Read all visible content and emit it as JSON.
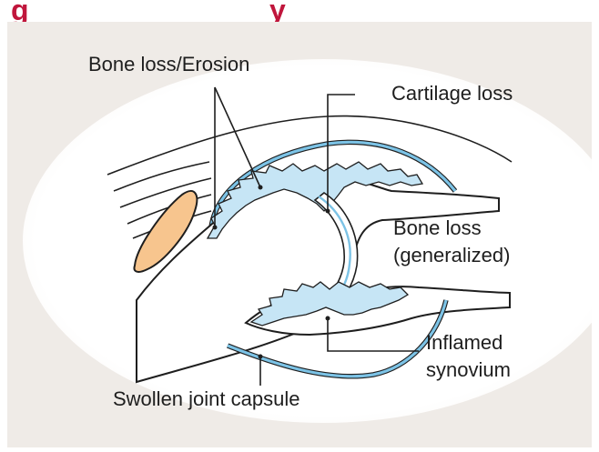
{
  "header": {
    "title_fragment": "g",
    "title_fragment_2": "y"
  },
  "labels": {
    "bone_loss_erosion": "Bone loss/Erosion",
    "cartilage_loss": "Cartilage loss",
    "bone_loss_generalized_1": "Bone loss",
    "bone_loss_generalized_2": "(generalized)",
    "inflamed_synovium_1": "Inflamed",
    "inflamed_synovium_2": "synovium",
    "swollen_joint_capsule": "Swollen joint capsule"
  },
  "colors": {
    "title": "#C0163C",
    "panel": "#EFEBE7",
    "bone": "#FFFFFF",
    "synovium_fill": "#C6E5F5",
    "capsule_line": "#7CC3E6",
    "fat_pad": "#F7C58E",
    "outline": "#1E1E1E"
  }
}
